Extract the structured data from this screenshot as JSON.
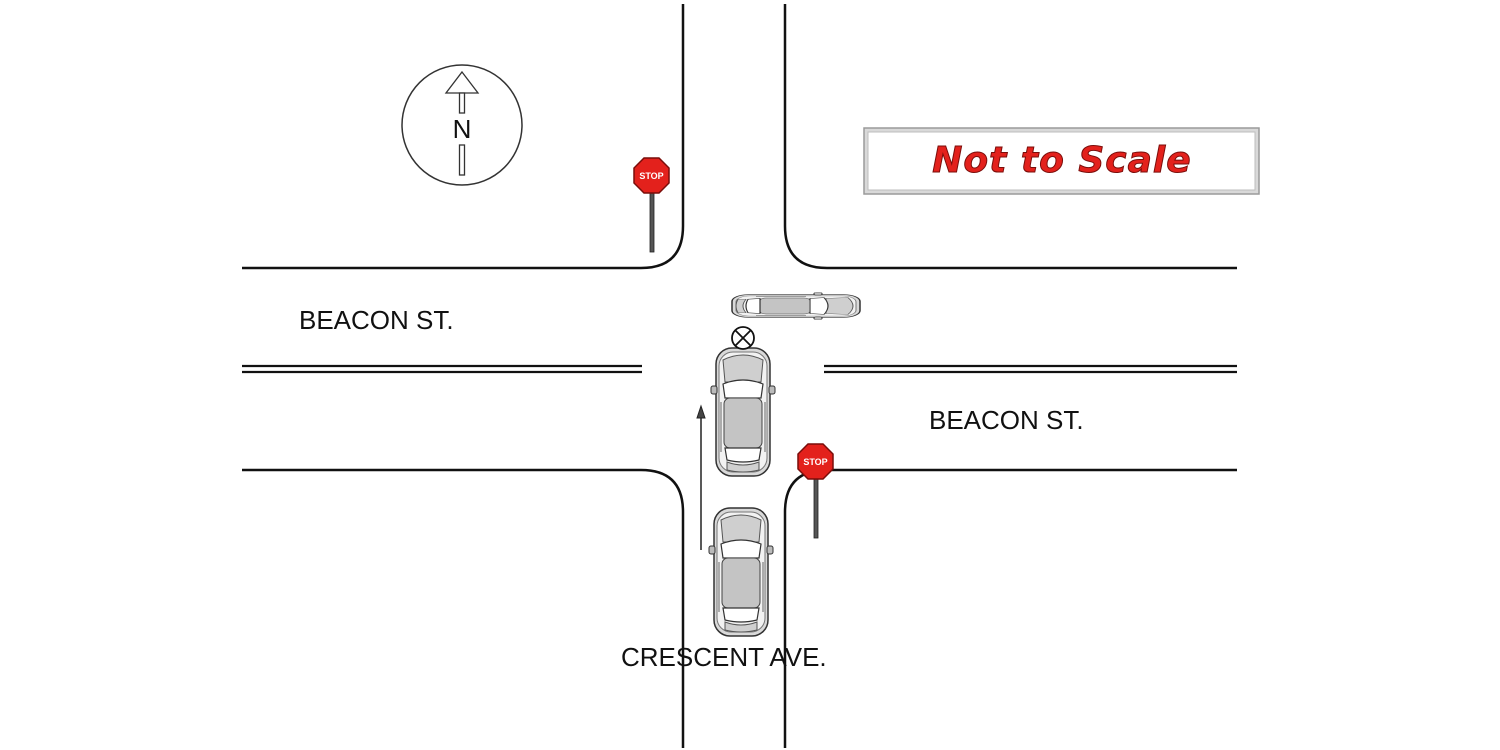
{
  "roads": {
    "beacon_west_label": "BEACON ST.",
    "beacon_east_label": "BEACON ST.",
    "crescent_label": "CRESCENT AVE."
  },
  "compass": {
    "letter": "N"
  },
  "stop_signs": [
    {
      "text": "STOP"
    },
    {
      "text": "STOP"
    }
  ],
  "scale_note": {
    "text": "Not to Scale"
  },
  "colors": {
    "stop_red": "#e3211c",
    "note_red": "#e3211c",
    "car_gray": "#bdbdbd",
    "line": "#111111"
  }
}
